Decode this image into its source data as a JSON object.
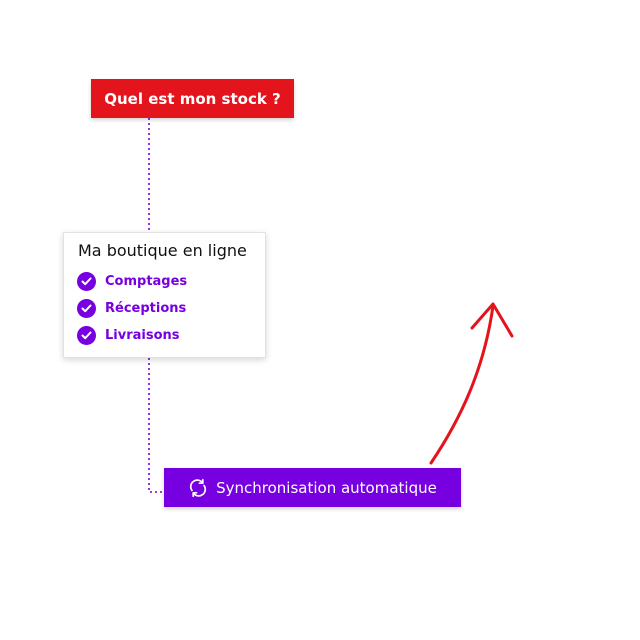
{
  "question": {
    "label": "Quel est mon stock ?",
    "color": "#e3141c"
  },
  "store_card": {
    "title": "Ma boutique en ligne",
    "items": [
      {
        "label": "Comptages",
        "icon": "check-circle-icon"
      },
      {
        "label": "Réceptions",
        "icon": "check-circle-icon"
      },
      {
        "label": "Livraisons",
        "icon": "check-circle-icon"
      }
    ]
  },
  "sync": {
    "label": "Synchronisation automatique",
    "icon": "sync-arrows-icon",
    "color": "#7700e0"
  },
  "colors": {
    "accent_purple": "#7700e0",
    "accent_red": "#e3141c",
    "arrow_red": "#e3141c"
  }
}
